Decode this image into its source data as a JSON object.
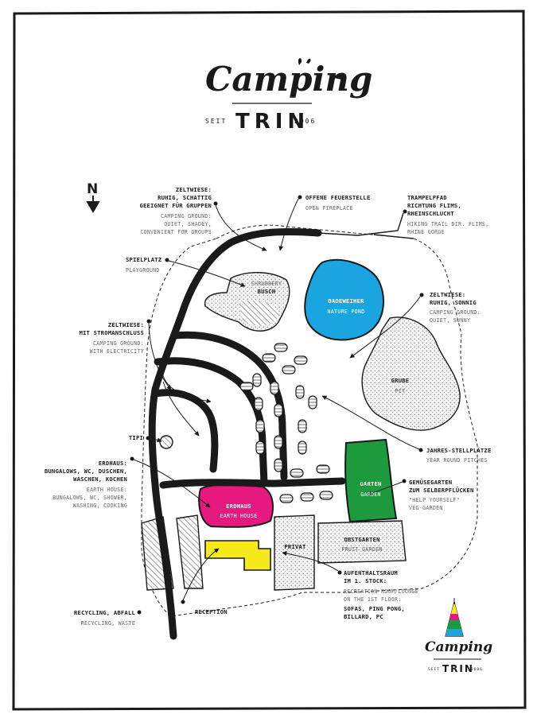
{
  "logo": {
    "script": "Camping",
    "seit": "SEIT",
    "name": "TRIN",
    "year": "2006"
  },
  "compass": {
    "label": "N"
  },
  "areas": {
    "shrubbery": {
      "en": "SHRUBBERY",
      "de": "BUSCH"
    },
    "pond": {
      "de": "BADEWEIHER",
      "en": "NATURE POND"
    },
    "pit": {
      "de": "GRUBE",
      "en": "PIT"
    },
    "garden": {
      "de": "GARTEN",
      "en": "GARDEN"
    },
    "earth_house": {
      "de": "ERDHAUS",
      "en": "EARTH HOUSE"
    },
    "privat": {
      "de": "PRIVAT"
    },
    "orchard": {
      "de": "OBSTGARTEN",
      "en": "FRUIT GARDEN"
    }
  },
  "labels": {
    "zeltwiese_schattig": {
      "de": [
        "ZELTWIESE:",
        "RUHIG, SCHATTIG",
        "GEEIGNET FÜR GRUPPEN"
      ],
      "en": [
        "CAMPING GROUND:",
        "QUIET, SHADEY,",
        "CONVENIENT FOR GROUPS"
      ]
    },
    "feuerstelle": {
      "de": [
        "OFFENE FEUERSTELLE"
      ],
      "en": [
        "OPEN FIREPLACE"
      ]
    },
    "trampelpfad": {
      "de": [
        "TRAMPELPFAD",
        "RICHTUNG FLIMS,",
        "RHEINSCHLUCHT"
      ],
      "en": [
        "HIKING TRAIL DIR. FLIMS,",
        "RHINE GORGE"
      ]
    },
    "spielplatz": {
      "de": [
        "SPIELPLATZ"
      ],
      "en": [
        "PLAYGROUND"
      ]
    },
    "zeltwiese_sonnig": {
      "de": [
        "ZELTWIESE:",
        "RUHIG, SONNIG"
      ],
      "en": [
        "CAMPING GROUND:",
        "QUIET, SUNNY"
      ]
    },
    "zeltwiese_strom": {
      "de": [
        "ZELTWIESE:",
        "MIT STROMANSCHLUSS"
      ],
      "en": [
        "CAMPING GROUND:",
        "WITH ELECTRICITY"
      ]
    },
    "tipi": {
      "de": [
        "TIPI"
      ]
    },
    "jahres": {
      "de": [
        "JAHRES-STELLPLÄTZE"
      ],
      "en": [
        "YEAR ROUND PITCHES"
      ]
    },
    "erdhaus": {
      "de": [
        "ERDHAUS:",
        "BUNGALOWS, WC, DUSCHEN,",
        "WASCHEN, KOCHEN"
      ],
      "en": [
        "EARTH HOUSE:",
        "BUNGALOWS, WC, SHOWER,",
        "WASHING, COOKING"
      ]
    },
    "gemuese": {
      "de": [
        "GEMÜSEGARTEN",
        "ZUM SELBERPFLÜCKEN"
      ],
      "en": [
        "\"HELP YOURSELF\"",
        "VEG-GARDEN"
      ]
    },
    "aufenthalt": {
      "de": [
        "AUFENTHALTSRAUM",
        "IM 1. STOCK:"
      ],
      "en": [
        "RECREATION ROOM/LOUNGE",
        "ON THE 1ST FLOOR:"
      ],
      "de2": [
        "SOFAS, PING PONG,",
        "BILLARD, PC"
      ]
    },
    "recycling": {
      "de": [
        "RECYCLING, ABFALL"
      ],
      "en": [
        "RECYCLING, WASTE"
      ]
    },
    "reception": {
      "de": [
        "RECEPTION"
      ]
    }
  },
  "colors": {
    "pond": "#1aa4e0",
    "garden": "#1e9a3e",
    "earth_house": "#e6197f",
    "reception": "#f4ea1c",
    "ink": "#1a1a1a"
  }
}
